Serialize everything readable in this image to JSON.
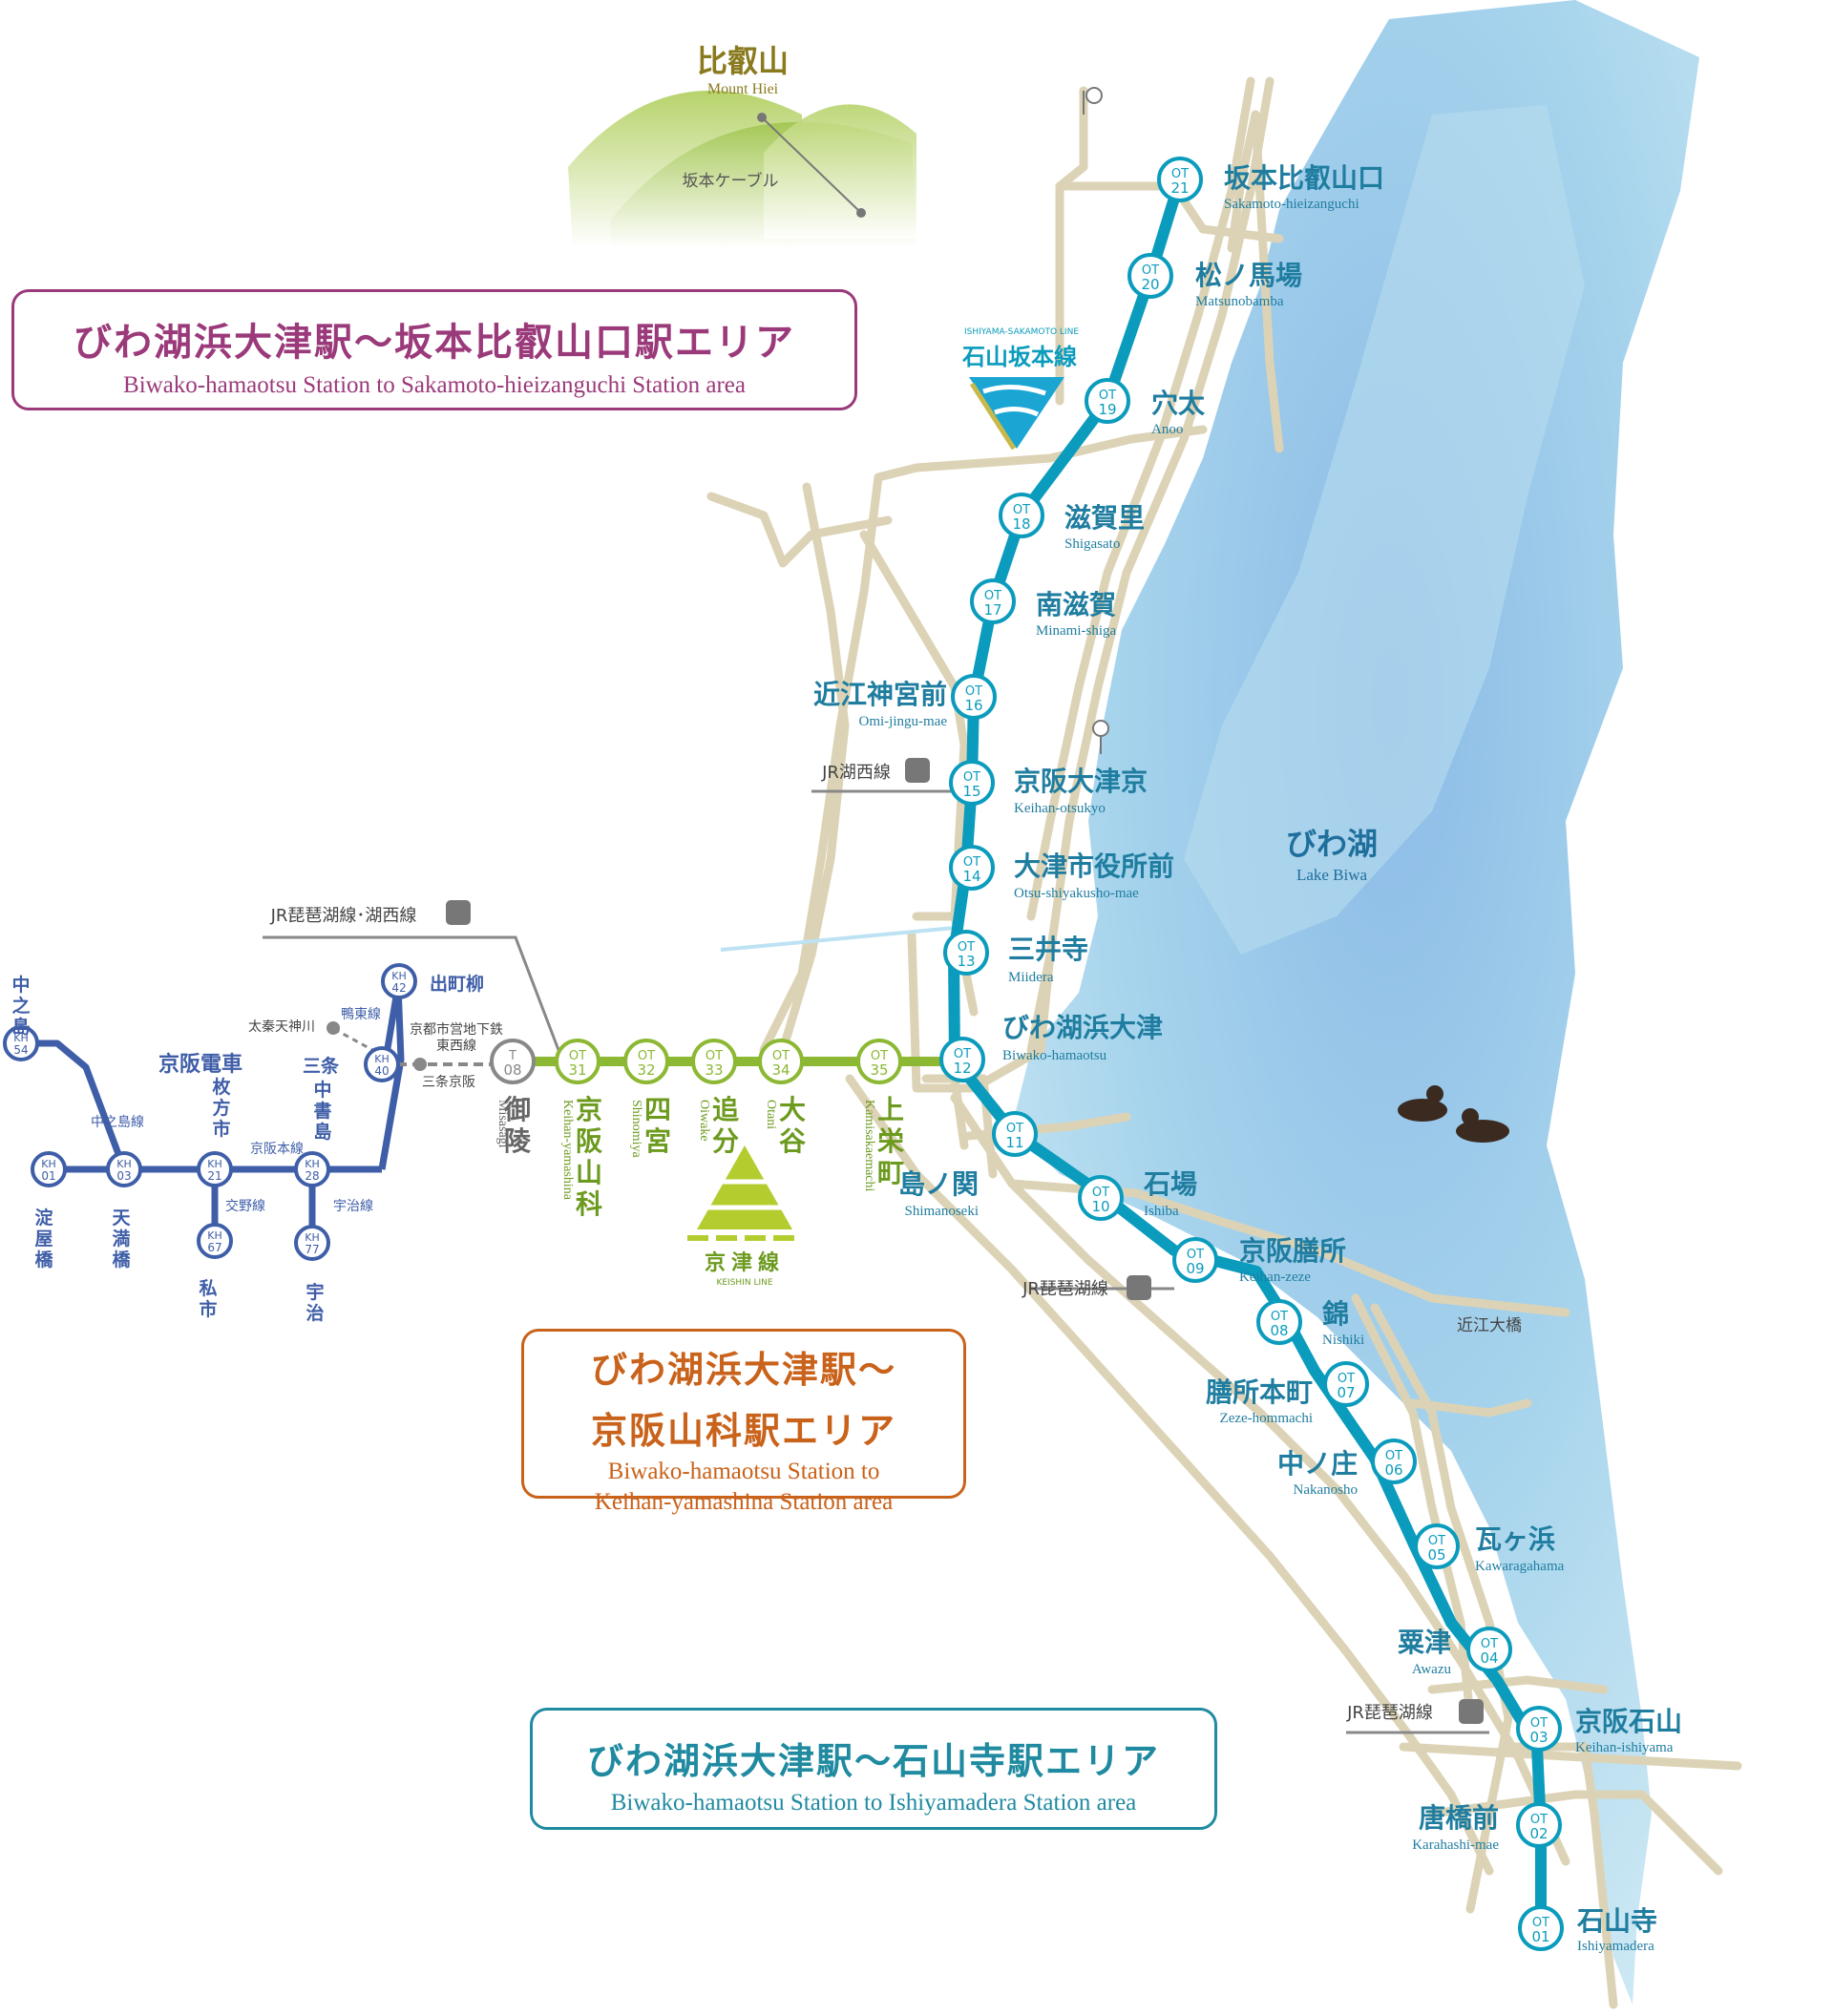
{
  "areas": {
    "sakamoto": {
      "title": "びわ湖浜大津駅～坂本比叡山口駅エリア",
      "subtitle": "Biwako-hamaotsu Station to Sakamoto-hieizanguchi Station area"
    },
    "yamashina": {
      "title_1": "びわ湖浜大津駅～",
      "title_2": "京阪山科駅エリア",
      "subtitle_1": "Biwako-hamaotsu Station to",
      "subtitle_2": "Keihan-yamashina Station area"
    },
    "ishiyama": {
      "title": "びわ湖浜大津駅～石山寺駅エリア",
      "subtitle": "Biwako-hamaotsu Station to Ishiyamadera Station area"
    }
  },
  "landmarks": {
    "mount_hiei_jp": "比叡山",
    "mount_hiei_en": "Mount Hiei",
    "cable": "坂本ケーブル",
    "lake_jp": "びわ湖",
    "lake_en": "Lake Biwa",
    "bridge": "近江大橋"
  },
  "lines": {
    "ishiyama_sakamoto": {
      "label_en": "ISHIYAMA-SAKAMOTO LINE",
      "label_jp": "石山坂本線",
      "color": "#0b9cbd"
    },
    "keishin": {
      "label_jp": "京津線",
      "label_en": "KEISHIN LINE",
      "color": "#8cb833"
    },
    "keihan_main": {
      "label": "京阪本線",
      "color": "#3f5ea8"
    },
    "katano": "交野線",
    "uji": "宇治線",
    "nakanoshima": "中之島線",
    "ootou": "鴨東線",
    "keihan_railway": "京阪電車",
    "jr_kosei": "JR湖西線",
    "jr_biwako_kosei": "JR琵琶湖線･湖西線",
    "jr_biwako": "JR琵琶湖線",
    "subway_1": "京都市営地下鉄",
    "subway_2": "東西線",
    "sanjo_keihan": "三条京阪",
    "uzumasa": "太秦天神川"
  },
  "stations_os": [
    {
      "code_1": "OT",
      "code_2": "21",
      "jp": "坂本比叡山口",
      "en": "Sakamoto-hieizanguchi"
    },
    {
      "code_1": "OT",
      "code_2": "20",
      "jp": "松ノ馬場",
      "en": "Matsunobamba"
    },
    {
      "code_1": "OT",
      "code_2": "19",
      "jp": "穴太",
      "en": "Anoo"
    },
    {
      "code_1": "OT",
      "code_2": "18",
      "jp": "滋賀里",
      "en": "Shigasato"
    },
    {
      "code_1": "OT",
      "code_2": "17",
      "jp": "南滋賀",
      "en": "Minami-shiga"
    },
    {
      "code_1": "OT",
      "code_2": "16",
      "jp": "近江神宮前",
      "en": "Omi-jingu-mae"
    },
    {
      "code_1": "OT",
      "code_2": "15",
      "jp": "京阪大津京",
      "en": "Keihan-otsukyo"
    },
    {
      "code_1": "OT",
      "code_2": "14",
      "jp": "大津市役所前",
      "en": "Otsu-shiyakusho-mae"
    },
    {
      "code_1": "OT",
      "code_2": "13",
      "jp": "三井寺",
      "en": "Miidera"
    },
    {
      "code_1": "OT",
      "code_2": "12",
      "jp": "びわ湖浜大津",
      "en": "Biwako-hamaotsu"
    },
    {
      "code_1": "OT",
      "code_2": "11",
      "jp": "島ノ関",
      "en": "Shimanoseki"
    },
    {
      "code_1": "OT",
      "code_2": "10",
      "jp": "石場",
      "en": "Ishiba"
    },
    {
      "code_1": "OT",
      "code_2": "09",
      "jp": "京阪膳所",
      "en": "Keihan-zeze"
    },
    {
      "code_1": "OT",
      "code_2": "08",
      "jp": "錦",
      "en": "Nishiki"
    },
    {
      "code_1": "OT",
      "code_2": "07",
      "jp": "膳所本町",
      "en": "Zeze-hommachi"
    },
    {
      "code_1": "OT",
      "code_2": "06",
      "jp": "中ノ庄",
      "en": "Nakanosho"
    },
    {
      "code_1": "OT",
      "code_2": "05",
      "jp": "瓦ヶ浜",
      "en": "Kawaragahama"
    },
    {
      "code_1": "OT",
      "code_2": "04",
      "jp": "粟津",
      "en": "Awazu"
    },
    {
      "code_1": "OT",
      "code_2": "03",
      "jp": "京阪石山",
      "en": "Keihan-ishiyama"
    },
    {
      "code_1": "OT",
      "code_2": "02",
      "jp": "唐橋前",
      "en": "Karahashi-mae"
    },
    {
      "code_1": "OT",
      "code_2": "01",
      "jp": "石山寺",
      "en": "Ishiyamadera"
    }
  ],
  "stations_keishin": [
    {
      "code_1": "T",
      "code_2": "08",
      "jp": "御陵",
      "en": "Misasagi"
    },
    {
      "code_1": "OT",
      "code_2": "31",
      "jp": "京阪山科",
      "en": "Keihan-yamashina"
    },
    {
      "code_1": "OT",
      "code_2": "32",
      "jp": "四宮",
      "en": "Shinomiya"
    },
    {
      "code_1": "OT",
      "code_2": "33",
      "jp": "追分",
      "en": "Oiwake"
    },
    {
      "code_1": "OT",
      "code_2": "34",
      "jp": "大谷",
      "en": "Otani"
    },
    {
      "code_1": "OT",
      "code_2": "35",
      "jp": "上栄町",
      "en": "Kamisakaemachi"
    }
  ],
  "stations_kh": [
    {
      "code_1": "KH",
      "code_2": "54",
      "jp": "中之島"
    },
    {
      "code_1": "KH",
      "code_2": "01",
      "jp": "淀屋橋"
    },
    {
      "code_1": "KH",
      "code_2": "03",
      "jp": "天満橋"
    },
    {
      "code_1": "KH",
      "code_2": "21",
      "jp": "枚方市"
    },
    {
      "code_1": "KH",
      "code_2": "67",
      "jp": "私市"
    },
    {
      "code_1": "KH",
      "code_2": "28",
      "jp": "中書島"
    },
    {
      "code_1": "KH",
      "code_2": "77",
      "jp": "宇治"
    },
    {
      "code_1": "KH",
      "code_2": "40",
      "jp": "三条"
    },
    {
      "code_1": "KH",
      "code_2": "42",
      "jp": "出町柳"
    }
  ]
}
